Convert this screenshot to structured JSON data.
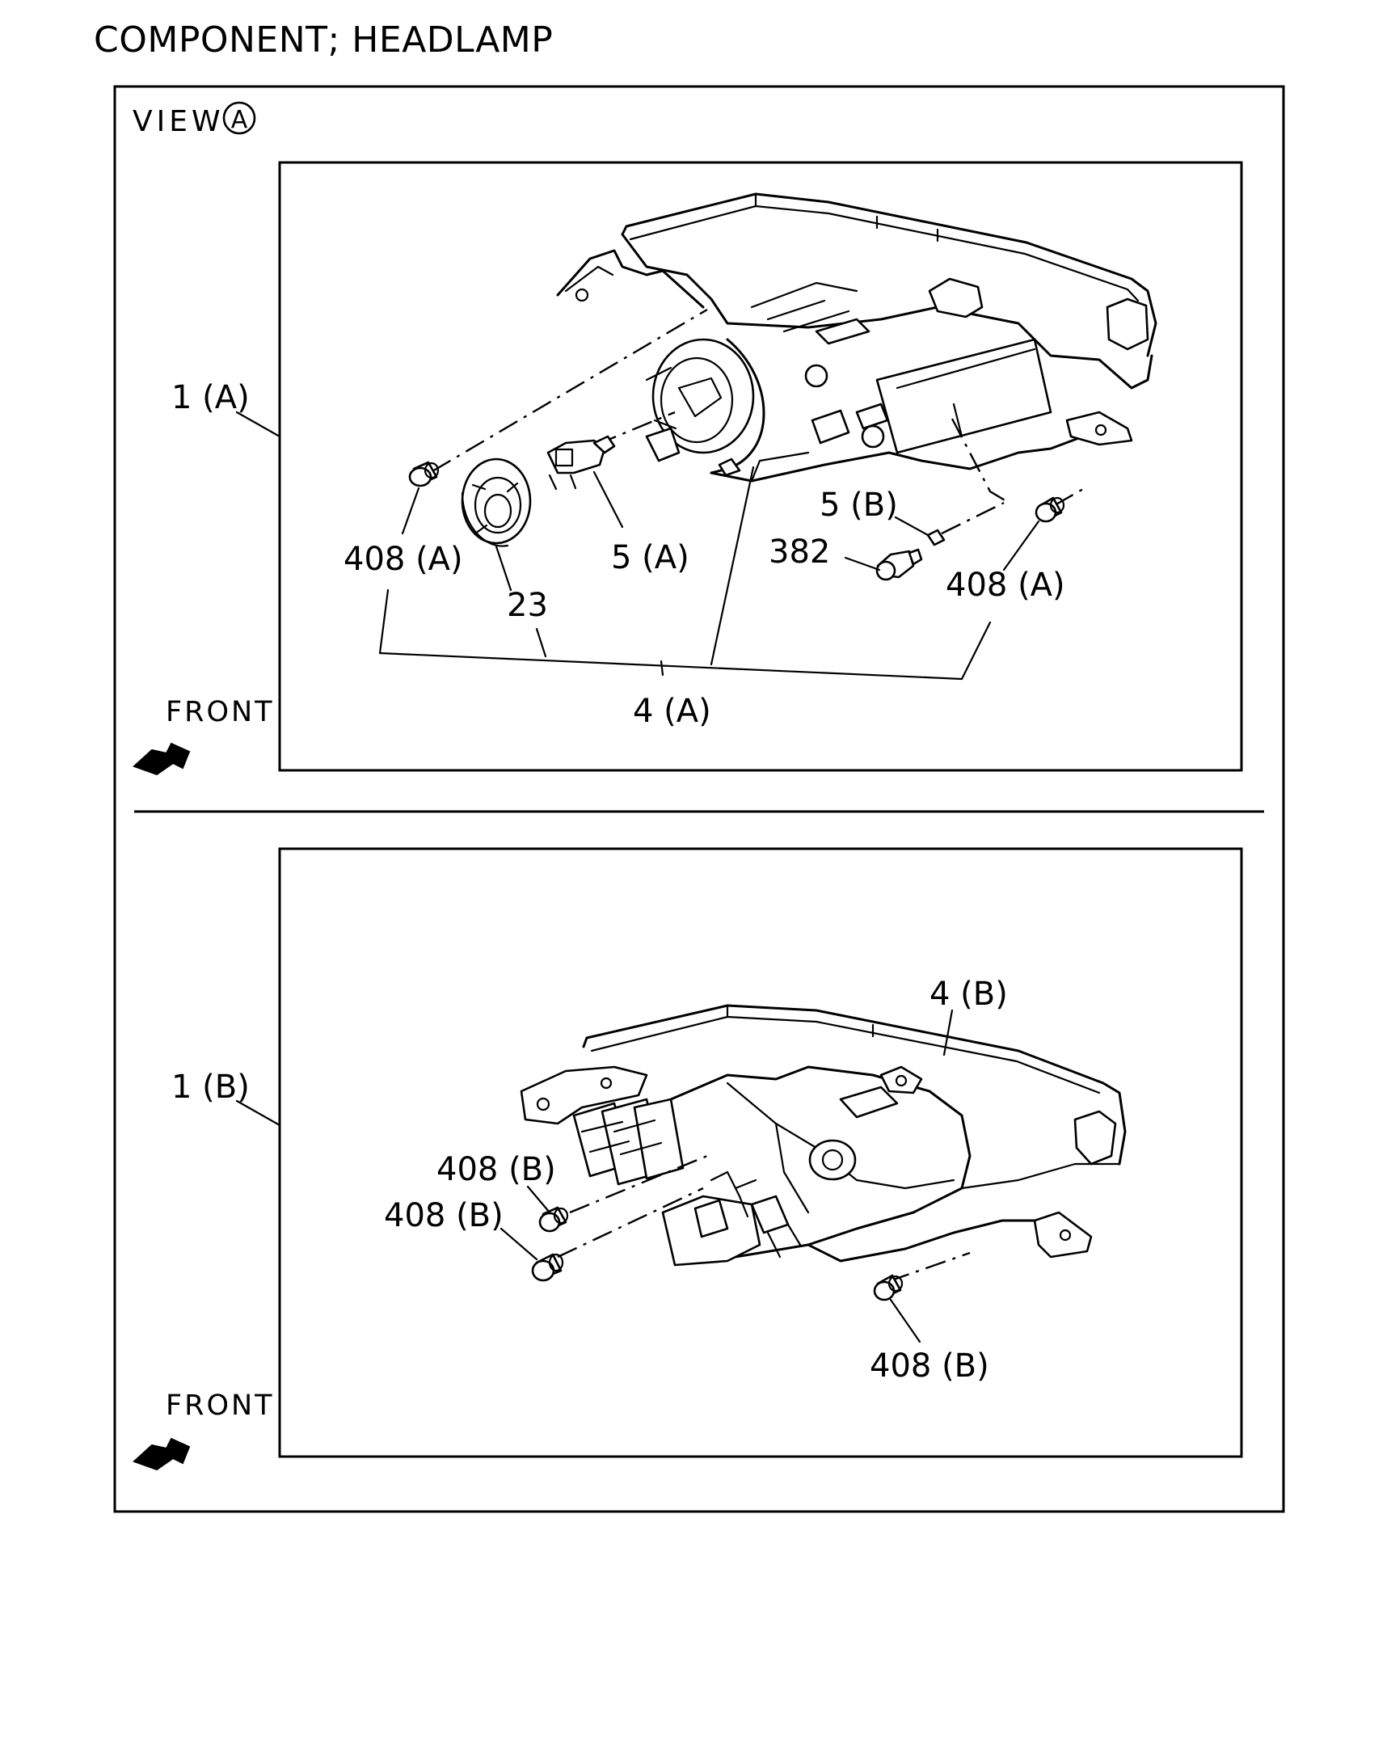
{
  "page_title": "COMPONENT; HEADLAMP",
  "view_label": "VIEW",
  "view_marker": "A",
  "panel_a": {
    "assembly_label": "1 (A)",
    "front_label": "FRONT",
    "callouts": {
      "bushing_left": "408 (A)",
      "cover": "23",
      "bulb": "5 (A)",
      "bulb_small": "5 (B)",
      "socket": "382",
      "bushing_right": "408 (A)",
      "housing": "4 (A)"
    }
  },
  "panel_b": {
    "assembly_label": "1 (B)",
    "front_label": "FRONT",
    "callouts": {
      "housing": "4 (B)",
      "bushing_upper": "408 (B)",
      "bushing_lower": "408 (B)",
      "bushing_right": "408 (B)"
    }
  }
}
